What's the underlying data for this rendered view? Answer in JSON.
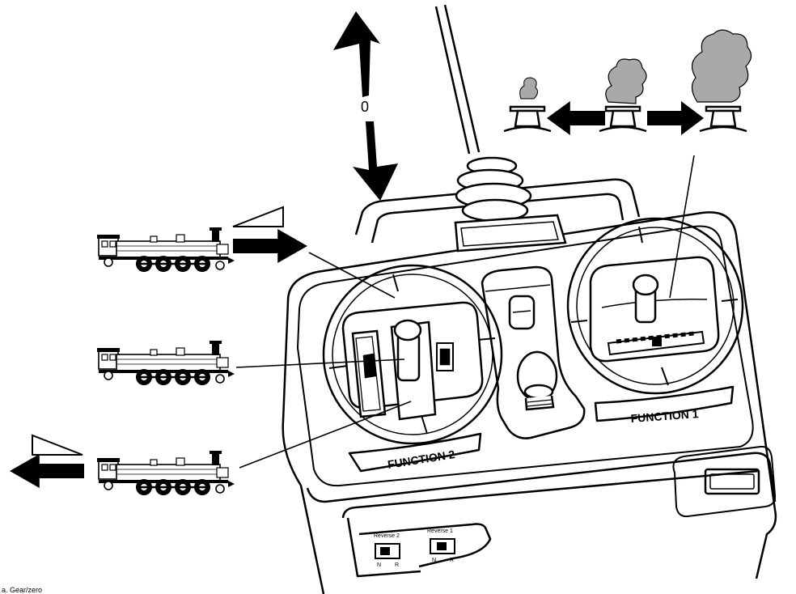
{
  "labels": {
    "neutral": "0",
    "function_1": "FUNCTION 1",
    "function_2": "FUNCTION 2",
    "reverse_1": "Reverse 1",
    "reverse_2": "Reverse 2",
    "switch_left": "N",
    "switch_right": "R",
    "caption_fragment": "a. Gear/zero"
  },
  "colors": {
    "line": "#000000",
    "smoke_fill": "#a9a9a9",
    "background": "#ffffff"
  },
  "icons": [
    "steam-locomotive-icon",
    "smokestack-icon",
    "smoke-icon",
    "arrow-icon"
  ]
}
